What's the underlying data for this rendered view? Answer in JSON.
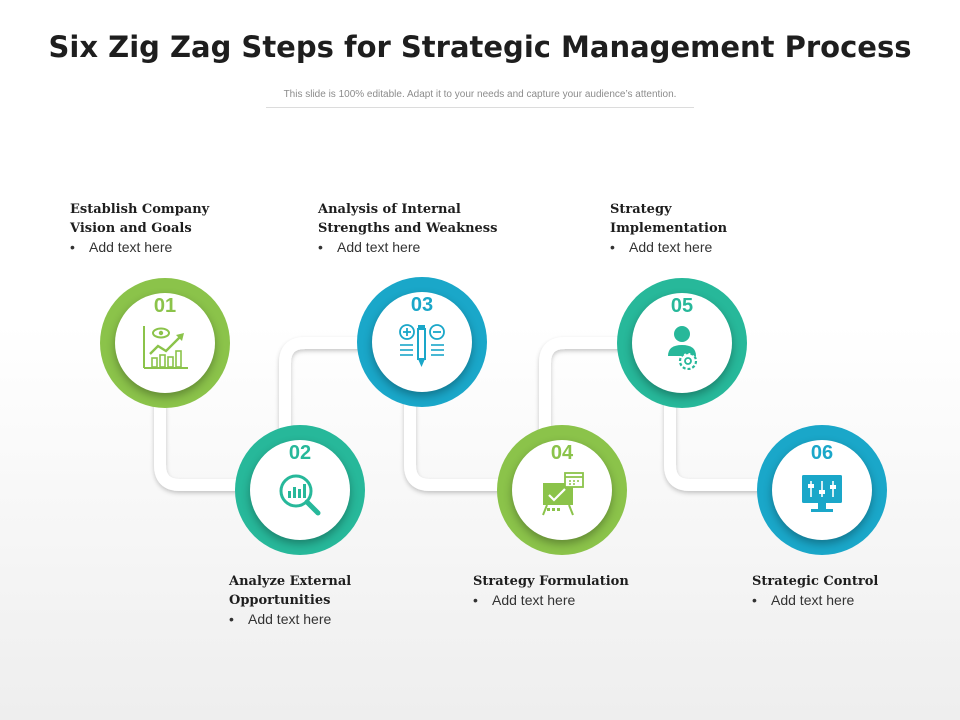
{
  "title": "Six Zig Zag Steps for Strategic Management Process",
  "subtitle": "This slide is 100% editable. Adapt it to your needs and capture your audience’s attention.",
  "colors": {
    "green": "#8bc34a",
    "teal": "#27b89a",
    "blue": "#1aa7c9"
  },
  "steps": [
    {
      "number": "01",
      "title": "Establish Company\nVision and Goals",
      "bullet": "Add text here",
      "color": "#8bc34a",
      "icon": "vision-goals-chart-icon"
    },
    {
      "number": "02",
      "title": "Analyze External\nOpportunities",
      "bullet": "Add text here",
      "color": "#27b89a",
      "icon": "magnifier-chart-icon"
    },
    {
      "number": "03",
      "title": "Analysis of Internal\nStrengths and Weakness",
      "bullet": "Add text here",
      "color": "#1aa7c9",
      "icon": "pencil-plus-minus-icon"
    },
    {
      "number": "04",
      "title": "Strategy Formulation",
      "bullet": "Add text here",
      "color": "#8bc34a",
      "icon": "presentation-board-icon"
    },
    {
      "number": "05",
      "title": "Strategy\nImplementation",
      "bullet": "Add text here",
      "color": "#27b89a",
      "icon": "person-gear-icon"
    },
    {
      "number": "06",
      "title": "Strategic Control",
      "bullet": "Add text here",
      "color": "#1aa7c9",
      "icon": "monitor-sliders-icon"
    }
  ]
}
